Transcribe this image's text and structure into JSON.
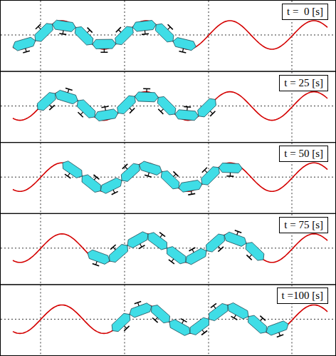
{
  "diagram": {
    "nodes": [
      {
        "text": [
          "t =  0 [s]"
        ]
      },
      {
        "text": [
          "t = 25 [s]"
        ]
      },
      {
        "text": [
          "t = 50 [s]"
        ]
      },
      {
        "text": [
          "t = 75 [s]"
        ]
      },
      {
        "text": [
          "t =100 [s]"
        ]
      }
    ]
  }
}
